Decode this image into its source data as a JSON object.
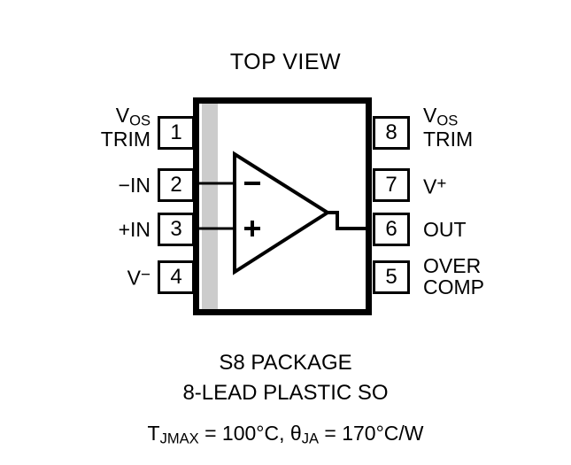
{
  "diagram": {
    "title": "TOP VIEW",
    "package_name": "S8 PACKAGE",
    "package_description": "8-LEAD PLASTIC SO",
    "thermal": {
      "tjmax_symbol": "T",
      "tjmax_subscript": "JMAX",
      "tjmax_value": " = 100°C, ",
      "theta_symbol": "θ",
      "theta_subscript": "JA",
      "theta_value": " = 170°C/W",
      "full_text": "TJMAX = 100°C, θJA = 170°C/W"
    },
    "colors": {
      "outline": "#000000",
      "orientation_bar": "#cccccc",
      "background": "#ffffff"
    },
    "amplifier": {
      "inverting_symbol": "−",
      "noninverting_symbol": "+"
    },
    "pins": {
      "left": [
        {
          "number": "1",
          "label_line1": "V",
          "label_sub1": "OS",
          "label_line2": "TRIM",
          "name": "vos-trim"
        },
        {
          "number": "2",
          "label_line1": "−IN",
          "label_sub1": "",
          "label_line2": "",
          "name": "inverting-input"
        },
        {
          "number": "3",
          "label_line1": "+IN",
          "label_sub1": "",
          "label_line2": "",
          "name": "noninverting-input"
        },
        {
          "number": "4",
          "label_line1": "V",
          "label_sup1": "−",
          "label_line2": "",
          "name": "v-negative"
        }
      ],
      "right": [
        {
          "number": "8",
          "label_line1": "V",
          "label_sub1": "OS",
          "label_line2": "TRIM",
          "name": "vos-trim"
        },
        {
          "number": "7",
          "label_line1": "V",
          "label_sup1": "+",
          "label_line2": "",
          "name": "v-positive"
        },
        {
          "number": "6",
          "label_line1": "OUT",
          "label_sub1": "",
          "label_line2": "",
          "name": "output"
        },
        {
          "number": "5",
          "label_line1": "OVER",
          "label_sub1": "",
          "label_line2": "COMP",
          "name": "over-comp"
        }
      ]
    }
  }
}
